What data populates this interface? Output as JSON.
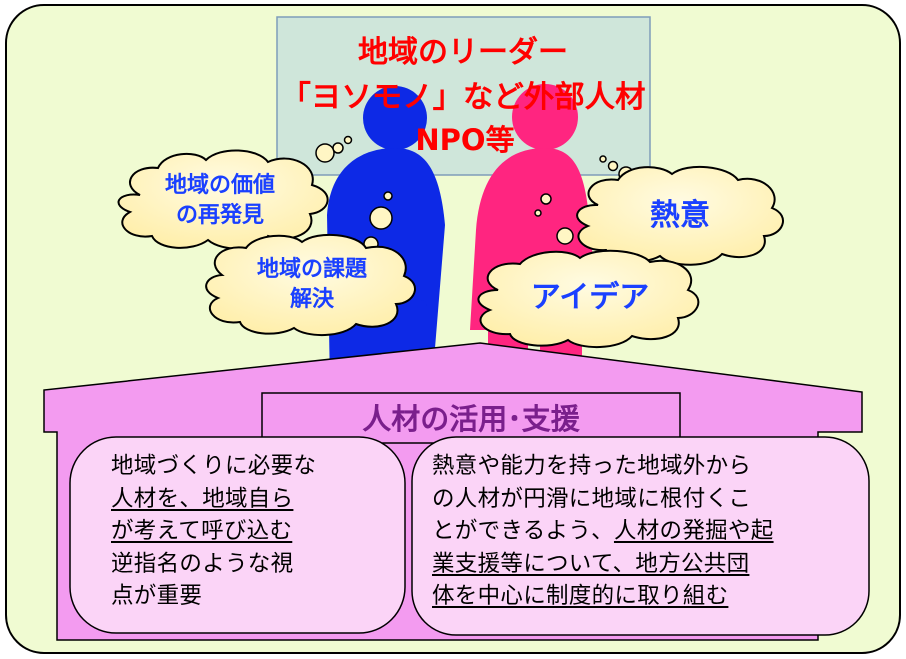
{
  "title": {
    "line1": "地域のリーダー",
    "line2": "「ヨソモノ」など外部人材",
    "line3": "NPO等"
  },
  "clouds": {
    "left_top": {
      "line1": "地域の価値",
      "line2": "の再発見"
    },
    "left_bottom": {
      "line1": "地域の課題",
      "line2": "解決"
    },
    "right_top": "熱意",
    "right_bottom": "アイデア"
  },
  "banner": "人材の活用･支援",
  "left_box": {
    "l1": "地域づくりに必要な",
    "l2": "人材を、地域自ら",
    "l3": "が考えて呼び込む",
    "l4": "逆指名のような視",
    "l5": "点が重要"
  },
  "right_box": {
    "l1": "熱意や能力を持った地域外から",
    "l2": "の人材が円滑に地域に根付くこ",
    "l3a": "とができるよう、",
    "l3b": "人材の発掘や起",
    "l4": "業支援等について、地方公共団",
    "l5": "体を中心に制度的に取り組む"
  },
  "colors": {
    "background": "#f0fbd2",
    "person_left": "#0d29e6",
    "person_right": "#ff2580",
    "title_text": "#ff0000",
    "cloud_text": "#1a40ff",
    "cloud_fill": "#fff6c4",
    "banner_fill": "#f39bf0",
    "box_fill": "#fbd4f7",
    "banner_text": "#7a1f8c"
  }
}
